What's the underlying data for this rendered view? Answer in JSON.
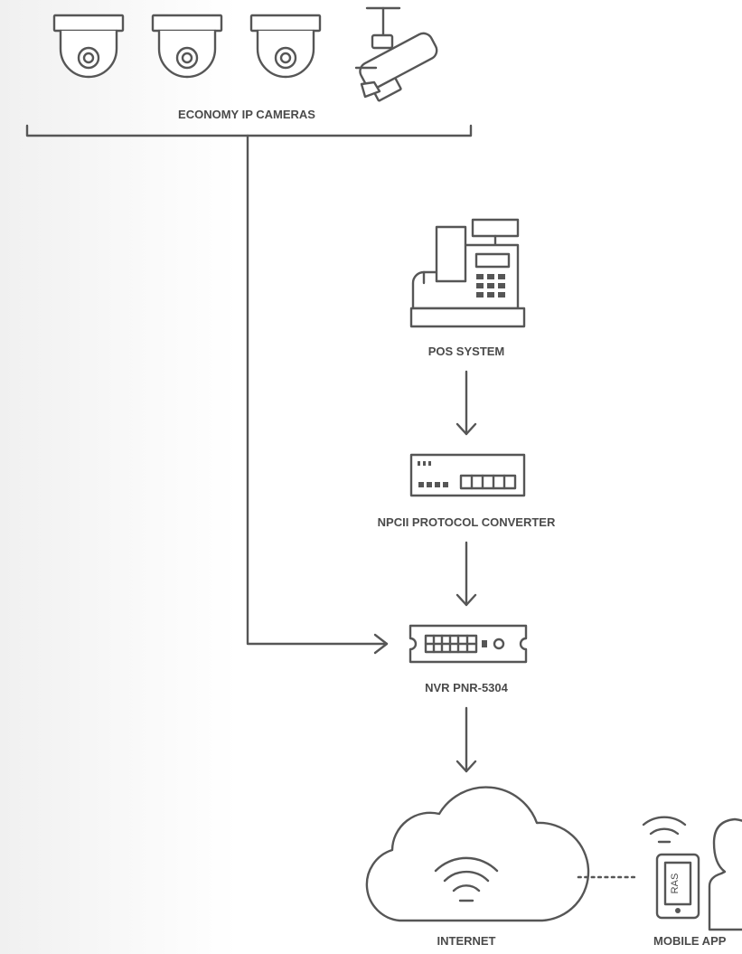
{
  "diagram": {
    "cameras": {
      "label": "ECONOMY IP CAMERAS",
      "icons": [
        "dome-camera-icon",
        "dome-camera-icon",
        "dome-camera-icon",
        "bullet-camera-icon"
      ]
    },
    "pos": {
      "label": "POS SYSTEM",
      "icon": "cash-register-icon"
    },
    "converter": {
      "label": "NPCII PROTOCOL CONVERTER",
      "icon": "protocol-converter-icon"
    },
    "nvr": {
      "label": "NVR PNR-5304",
      "icon": "nvr-rack-icon"
    },
    "internet": {
      "label": "INTERNET",
      "icon": "cloud-wifi-icon"
    },
    "mobile": {
      "label": "MOBILE APP",
      "phone_text": "RAS",
      "icon": "smartphone-user-icon"
    }
  },
  "colors": {
    "line": "#565656",
    "text": "#4a4a4a",
    "background": "#ffffff"
  }
}
